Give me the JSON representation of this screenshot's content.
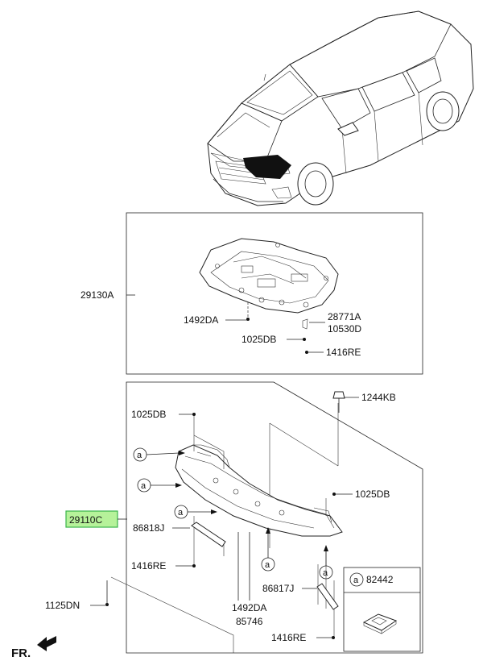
{
  "labels": {
    "p29130A": "29130A",
    "p1492DA_top": "1492DA",
    "p28771A": "28771A",
    "p10530D": "10530D",
    "p1025DB_top": "1025DB",
    "p1416RE_top": "1416RE",
    "p1244KB": "1244KB",
    "p1025DB_left": "1025DB",
    "p1025DB_right": "1025DB",
    "p29110C": "29110C",
    "p86818J": "86818J",
    "p1416RE_left": "1416RE",
    "p1492DA_bottom": "1492DA",
    "p85746": "85746",
    "p86817J": "86817J",
    "p1125DN": "1125DN",
    "p1416RE_bottom": "1416RE",
    "p82442": "82442",
    "callout_a": "a",
    "fr": "FR."
  },
  "colors": {
    "highlight_fill": "#b6f29a",
    "highlight_border": "#39b54a",
    "line": "#222222"
  }
}
